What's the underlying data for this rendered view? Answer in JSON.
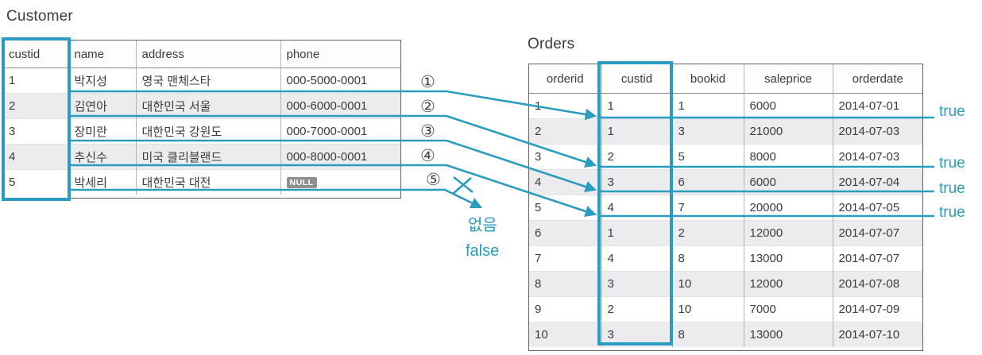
{
  "accent_color": "#2a9cc0",
  "customer_table": {
    "title": "Customer",
    "columns": [
      "custid",
      "name",
      "address",
      "phone"
    ],
    "highlight_column": "custid",
    "rows": [
      [
        "1",
        "박지성",
        "영국 맨체스타",
        "000-5000-0001"
      ],
      [
        "2",
        "김연아",
        "대한민국 서울",
        "000-6000-0001"
      ],
      [
        "3",
        "장미란",
        "대한민국 강원도",
        "000-7000-0001"
      ],
      [
        "4",
        "추신수",
        "미국 클리블랜드",
        "000-8000-0001"
      ],
      [
        "5",
        "박세리",
        "대한민국 대전",
        "NULL"
      ]
    ],
    "null_badge_text": "NULL"
  },
  "orders_table": {
    "title": "Orders",
    "columns": [
      "orderid",
      "custid",
      "bookid",
      "saleprice",
      "orderdate"
    ],
    "highlight_column": "custid",
    "rows": [
      [
        "1",
        "1",
        "1",
        "6000",
        "2014-07-01"
      ],
      [
        "2",
        "1",
        "3",
        "21000",
        "2014-07-03"
      ],
      [
        "3",
        "2",
        "5",
        "8000",
        "2014-07-03"
      ],
      [
        "4",
        "3",
        "6",
        "6000",
        "2014-07-04"
      ],
      [
        "5",
        "4",
        "7",
        "20000",
        "2014-07-05"
      ],
      [
        "6",
        "1",
        "2",
        "12000",
        "2014-07-07"
      ],
      [
        "7",
        "4",
        "8",
        "13000",
        "2014-07-07"
      ],
      [
        "8",
        "3",
        "10",
        "12000",
        "2014-07-08"
      ],
      [
        "9",
        "2",
        "10",
        "7000",
        "2014-07-09"
      ],
      [
        "10",
        "3",
        "8",
        "13000",
        "2014-07-10"
      ]
    ]
  },
  "annotations": {
    "row_markers": [
      "①",
      "②",
      "③",
      "④",
      "⑤"
    ],
    "true_labels": [
      "true",
      "true",
      "true",
      "true"
    ],
    "no_match_label": "없음",
    "no_match_result": "false",
    "cross_mark": "✗"
  }
}
